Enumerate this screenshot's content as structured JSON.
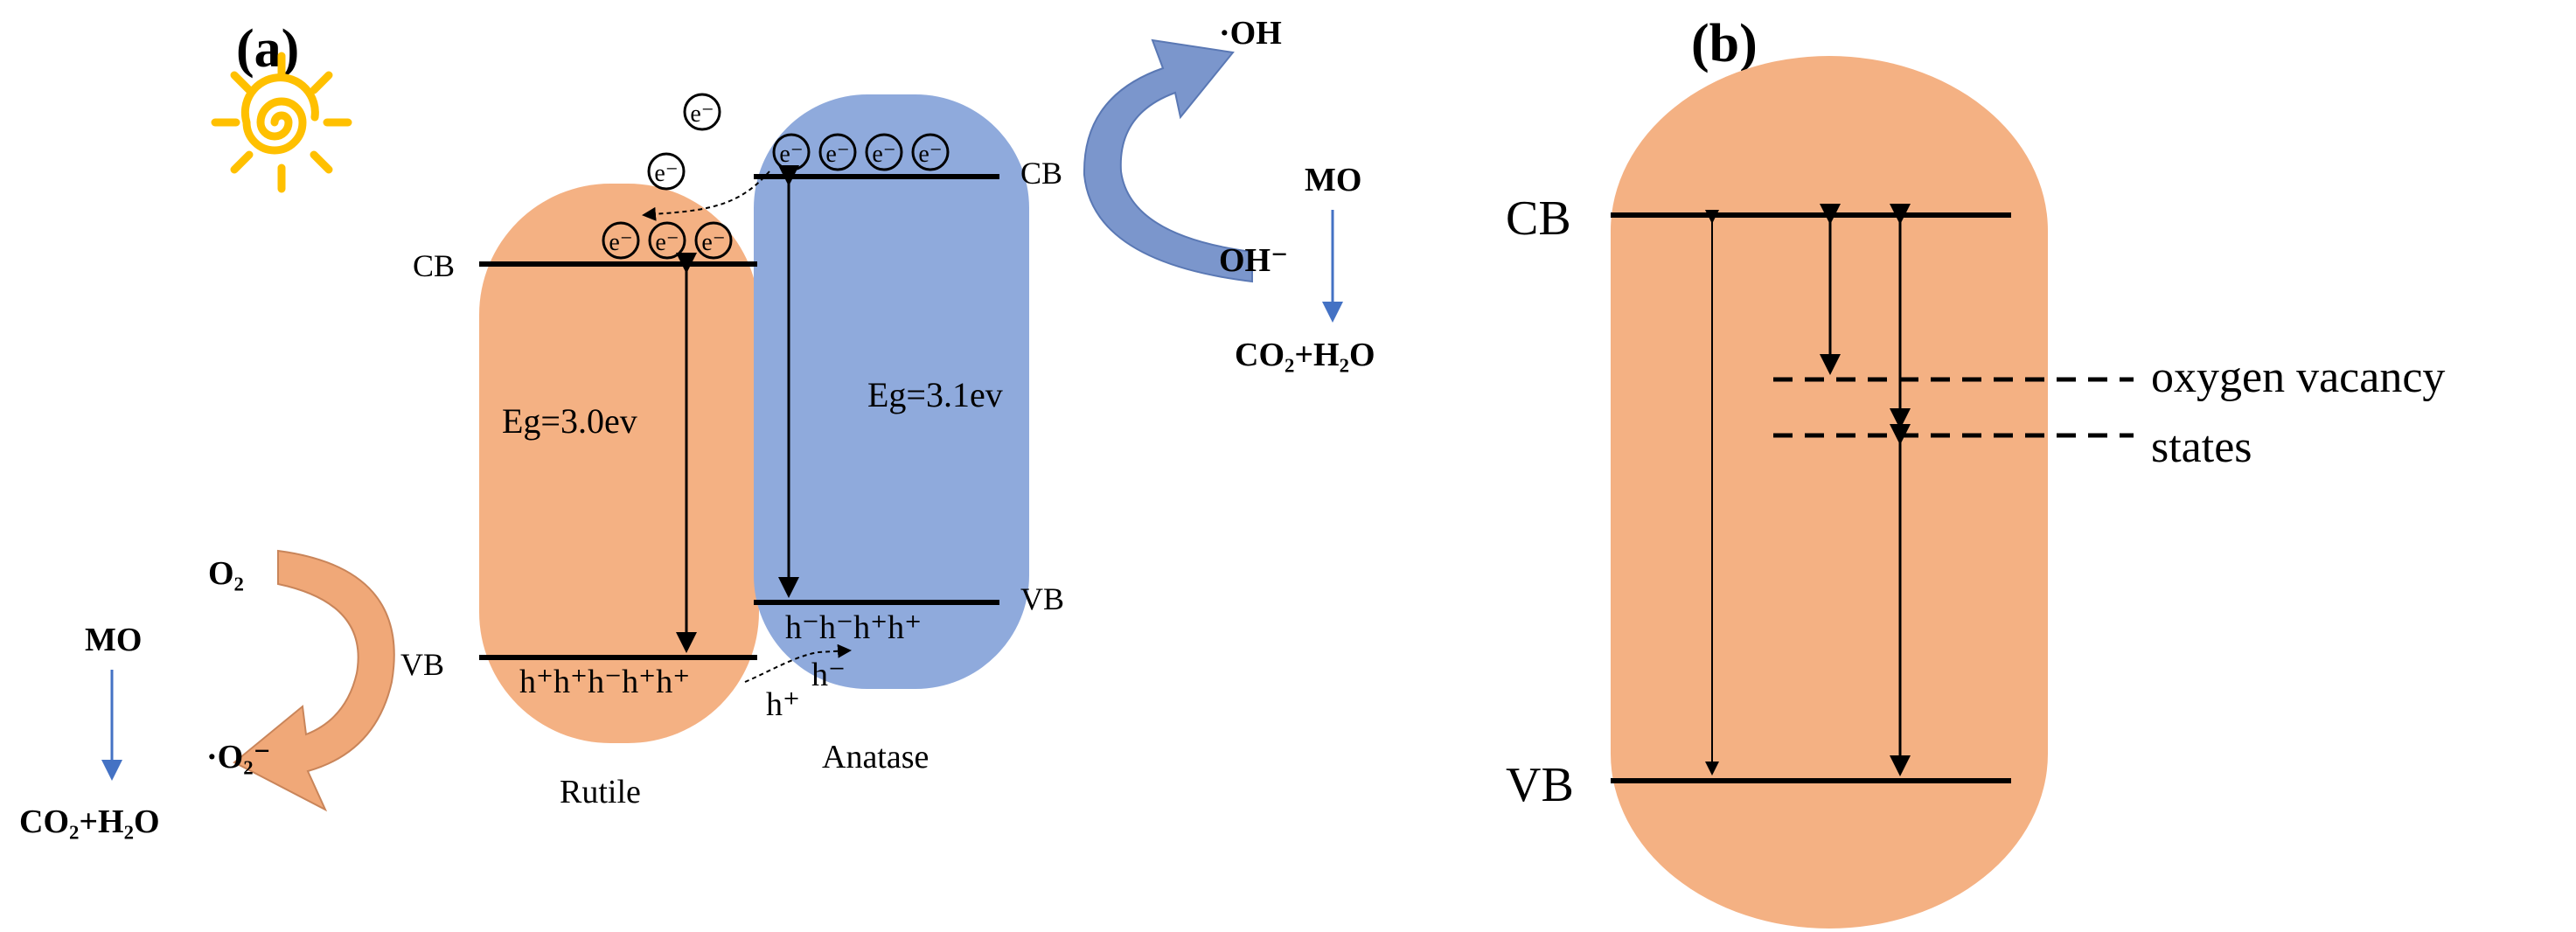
{
  "panel_a": {
    "label": "(a)",
    "rutile": {
      "name": "Rutile",
      "cb_label": "CB",
      "vb_label": "VB",
      "bandgap": "Eg=3.0ev",
      "electrons": [
        "e⁻",
        "e⁻",
        "e⁻"
      ],
      "holes": "h⁺h⁺h⁻h⁺h⁺"
    },
    "anatase": {
      "name": "Anatase",
      "cb_label": "CB",
      "vb_label": "VB",
      "bandgap": "Eg=3.1ev",
      "electrons": [
        "e⁻",
        "e⁻",
        "e⁻",
        "e⁻"
      ],
      "holes": "h⁻h⁻h⁺h⁺"
    },
    "transfer_electrons": [
      "e⁻",
      "e⁻"
    ],
    "transfer_holes": {
      "first": "h⁺",
      "second": "h⁻"
    },
    "left_reaction": {
      "reactant": "O₂",
      "product": "·O₂⁻",
      "pollutant": "MO",
      "degraded": "CO₂+H₂O"
    },
    "right_reaction": {
      "reactant": "OH⁻",
      "product": "·OH",
      "pollutant": "MO",
      "degraded": "CO₂+H₂O"
    },
    "colors": {
      "rutile": "#f4b183",
      "anatase": "#8faadc",
      "sun": "#ffc000",
      "orange_arrow": "#f0a878",
      "blue_arrow": "#7b96cc",
      "mo_arrow": "#4472c4"
    },
    "icons": {
      "sun": "sun-icon"
    }
  },
  "panel_b": {
    "label": "(b)",
    "cb_label": "CB",
    "vb_label": "VB",
    "vacancy_label_line1": "oxygen vacancy",
    "vacancy_label_line2": "states",
    "colors": {
      "band": "#f4b183"
    }
  }
}
